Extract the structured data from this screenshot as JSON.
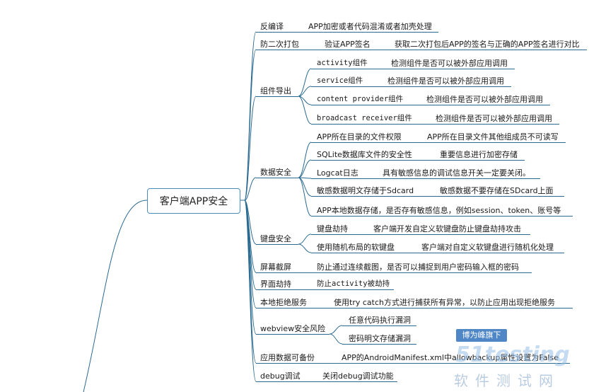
{
  "diagram": {
    "root": "客户端APP安全",
    "branches": [
      {
        "id": "b1",
        "label": "反编译",
        "children": [
          {
            "label": "APP加密或者代码混淆或者加壳处理"
          }
        ]
      },
      {
        "id": "b2",
        "label": "防二次打包",
        "children": [
          {
            "label": "验证APP签名",
            "children": [
              {
                "label": "获取二次打包后APP的签名与正确的APP签名进行对比"
              }
            ]
          }
        ]
      },
      {
        "id": "b3",
        "label": "组件导出",
        "children": [
          {
            "label": "activity组件",
            "children": [
              {
                "label": "检测组件是否可以被外部应用调用"
              }
            ]
          },
          {
            "label": "service组件",
            "children": [
              {
                "label": "检测组件是否可以被外部应用调用"
              }
            ]
          },
          {
            "label": "content provider组件",
            "children": [
              {
                "label": "检测组件是否可以被外部应用调用"
              }
            ]
          },
          {
            "label": "broadcast receiver组件",
            "children": [
              {
                "label": "检测组件是否可以被外部应用调用"
              }
            ]
          }
        ]
      },
      {
        "id": "b4",
        "label": "数据安全",
        "children": [
          {
            "label": "APP所在目录的文件权限",
            "children": [
              {
                "label": "APP所在目录文件其他组成员不可读写"
              }
            ]
          },
          {
            "label": "SQLite数据库文件的安全性",
            "children": [
              {
                "label": "重要信息进行加密存储"
              }
            ]
          },
          {
            "label": "Logcat日志",
            "children": [
              {
                "label": "具有敏感信息的调试信息开关一定要关闭。"
              }
            ]
          },
          {
            "label": "敏感数据明文存储于Sdcard",
            "children": [
              {
                "label": "敏感数据不要存储在SDcard上面"
              }
            ]
          },
          {
            "label": "APP本地数据存储，是否存有敏感信息，例如session、token、账号等"
          }
        ]
      },
      {
        "id": "b5",
        "label": "键盘安全",
        "children": [
          {
            "label": "键盘劫持",
            "children": [
              {
                "label": "客户端开发自定义软键盘防止键盘劫持攻击"
              }
            ]
          },
          {
            "label": "使用随机布局的软键盘",
            "children": [
              {
                "label": "客户端对自定义软键盘进行随机化处理"
              }
            ]
          }
        ]
      },
      {
        "id": "b6",
        "label": "屏幕截屏",
        "children": [
          {
            "label": "防止通过连续截图，是否可以捕捉到用户密码输入框的密码"
          }
        ]
      },
      {
        "id": "b7",
        "label": "界面劫持",
        "children": [
          {
            "label": "防止activity被劫持"
          }
        ]
      },
      {
        "id": "b8",
        "label": "本地拒绝服务",
        "children": [
          {
            "label": "使用try catch方式进行捕获所有异常，以防止应用出现拒绝服务"
          }
        ]
      },
      {
        "id": "b9",
        "label": "webview安全风险",
        "children": [
          {
            "label": "任意代码执行漏洞"
          },
          {
            "label": "密码明文存储漏洞"
          }
        ]
      },
      {
        "id": "b10",
        "label": "应用数据可备份",
        "children": [
          {
            "label": "APP的AndroidManifest.xml中allowbackup属性设置为False"
          }
        ]
      },
      {
        "id": "b11",
        "label": "debug调试",
        "children": [
          {
            "label": "关闭debug调试功能"
          }
        ]
      }
    ]
  },
  "watermark": {
    "badge": "博为峰旗下",
    "logo": "51testing",
    "subtitle": "软件测试网"
  },
  "colors": {
    "line": "#2a6a90",
    "root_border": "#4a8bbd",
    "watermark": "#4f86c6"
  }
}
